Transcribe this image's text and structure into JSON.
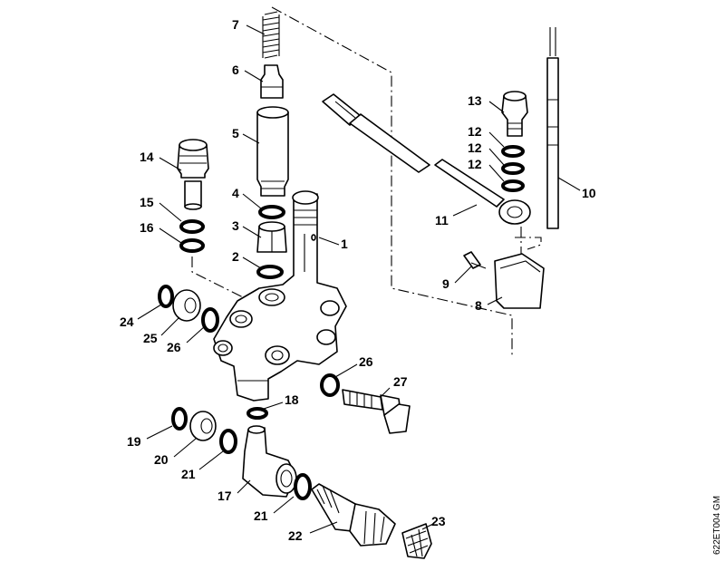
{
  "diagram": {
    "drawing_code": "622ET004 GM",
    "labels": {
      "p1": "1",
      "p2": "2",
      "p3": "3",
      "p4": "4",
      "p5": "5",
      "p6": "6",
      "p7": "7",
      "p8": "8",
      "p9": "9",
      "p10": "10",
      "p11": "11",
      "p12a": "12",
      "p12b": "12",
      "p12c": "12",
      "p13": "13",
      "p14": "14",
      "p15": "15",
      "p16": "16",
      "p17": "17",
      "p18": "18",
      "p19": "19",
      "p20": "20",
      "p21a": "21",
      "p21b": "21",
      "p22": "22",
      "p23": "23",
      "p24": "24",
      "p25": "25",
      "p26a": "26",
      "p26b": "26",
      "p27": "27"
    }
  }
}
